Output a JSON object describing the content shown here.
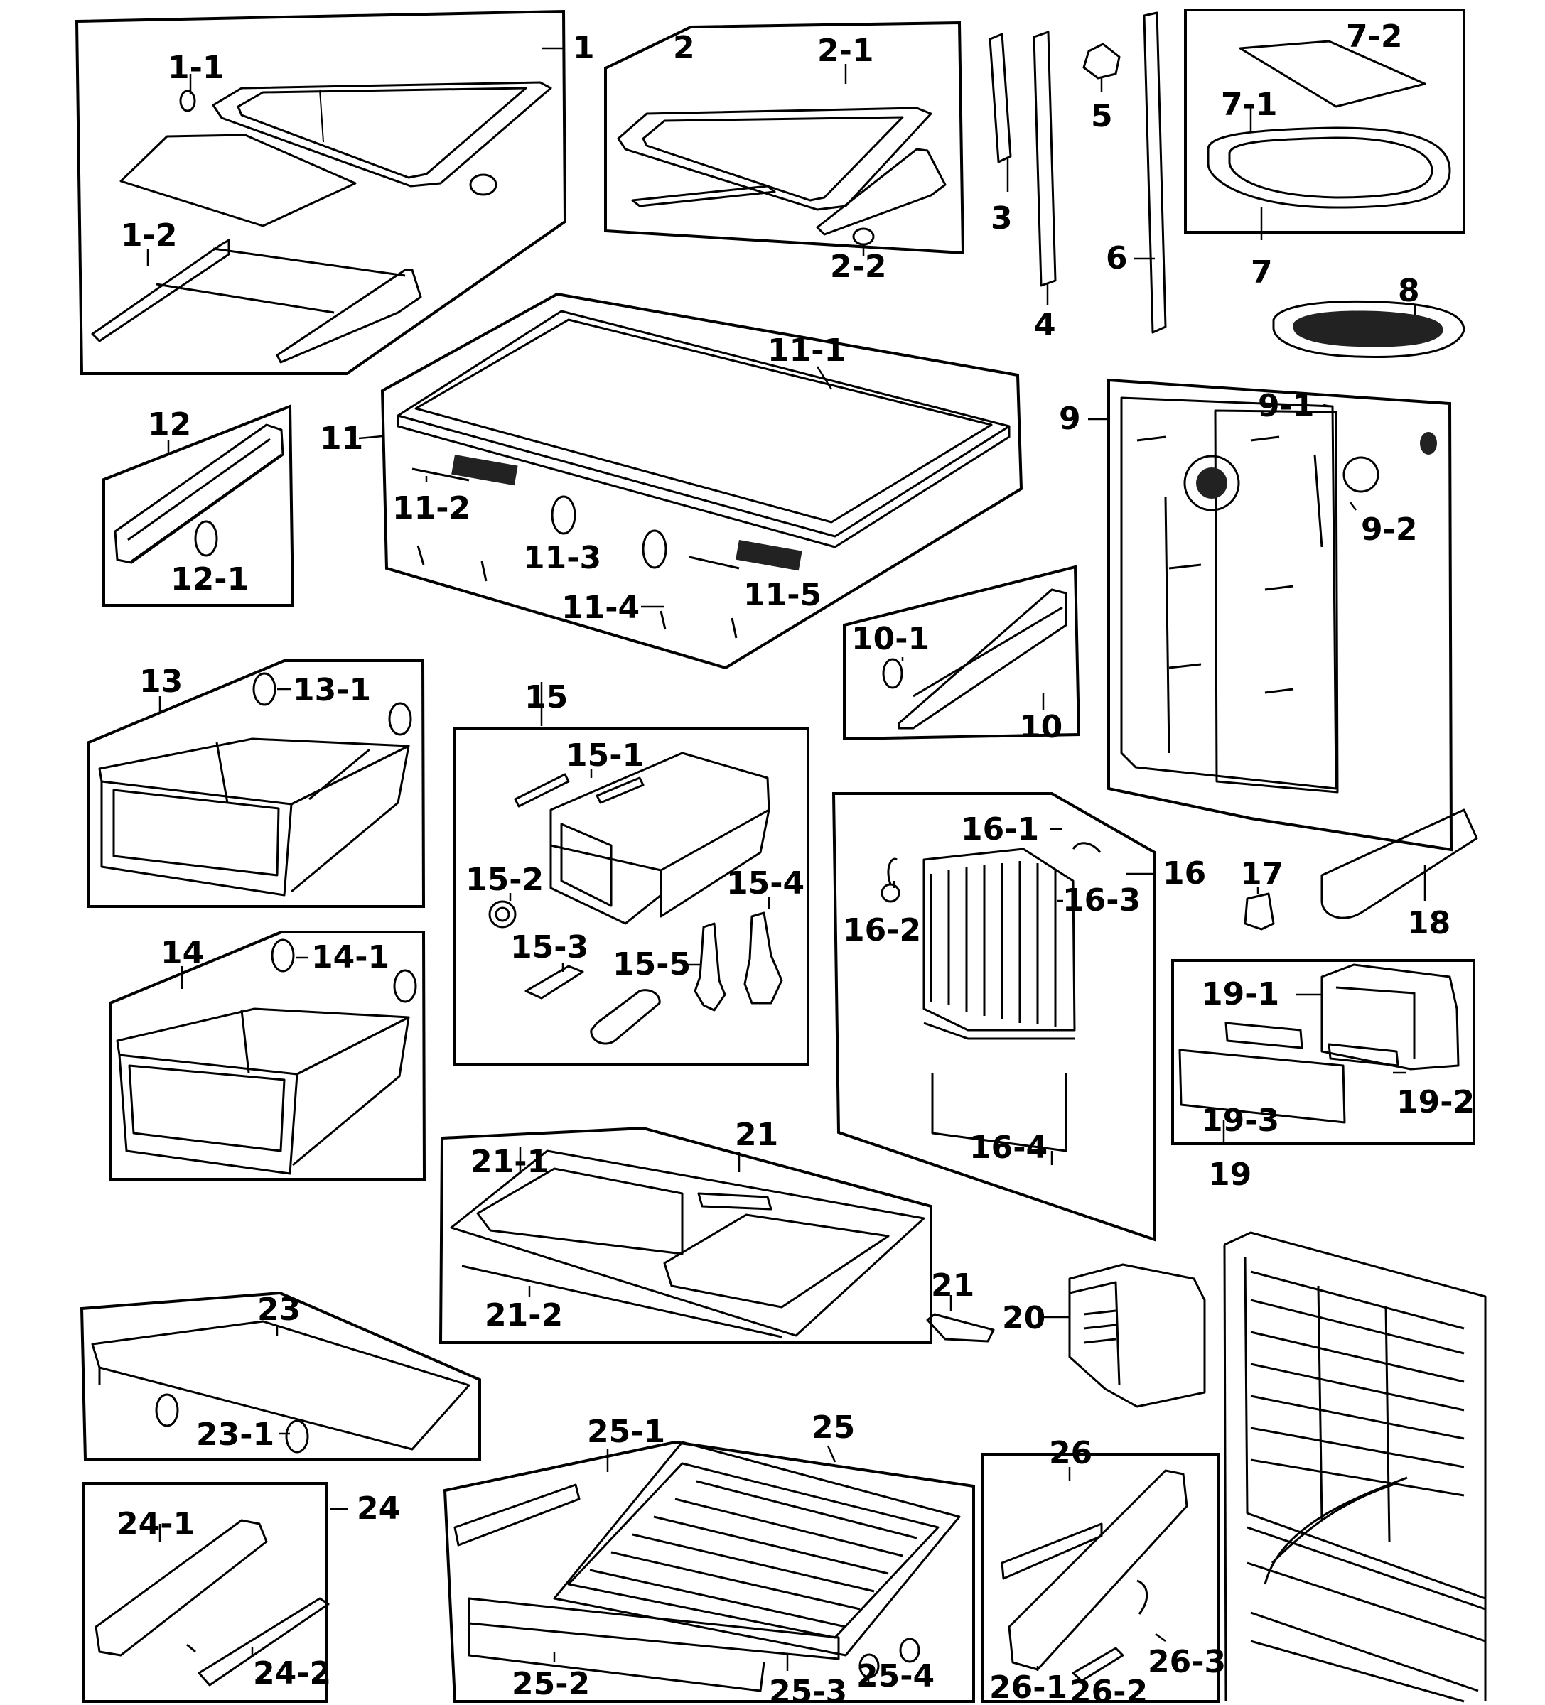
{
  "callouts": {
    "c1": "1",
    "c1_1": "1-1",
    "c1_2": "1-2",
    "c2": "2",
    "c2_1": "2-1",
    "c2_2": "2-2",
    "c3": "3",
    "c4": "4",
    "c5": "5",
    "c6": "6",
    "c7": "7",
    "c7_1": "7-1",
    "c7_2": "7-2",
    "c8": "8",
    "c9": "9",
    "c9_1": "9-1",
    "c9_2": "9-2",
    "c10": "10",
    "c10_1": "10-1",
    "c11": "11",
    "c11_1": "11-1",
    "c11_2": "11-2",
    "c11_3": "11-3",
    "c11_4": "11-4",
    "c11_5": "11-5",
    "c12": "12",
    "c12_1": "12-1",
    "c13": "13",
    "c13_1": "13-1",
    "c14": "14",
    "c14_1": "14-1",
    "c15": "15",
    "c15_1": "15-1",
    "c15_2": "15-2",
    "c15_3": "15-3",
    "c15_4": "15-4",
    "c15_5": "15-5",
    "c16": "16",
    "c16_1": "16-1",
    "c16_2": "16-2",
    "c16_3": "16-3",
    "c16_4": "16-4",
    "c17": "17",
    "c18": "18",
    "c19": "19",
    "c19_1": "19-1",
    "c19_2": "19-2",
    "c19_3": "19-3",
    "c20": "20",
    "c21": "21",
    "c21_1": "21-1",
    "c21_2": "21-2",
    "c21b": "21",
    "c23": "23",
    "c23_1": "23-1",
    "c24": "24",
    "c24_1": "24-1",
    "c24_2": "24-2",
    "c25": "25",
    "c25_1": "25-1",
    "c25_2": "25-2",
    "c25_3": "25-3",
    "c25_4": "25-4",
    "c26": "26",
    "c26_1": "26-1",
    "c26_2": "26-2",
    "c26_3": "26-3"
  }
}
